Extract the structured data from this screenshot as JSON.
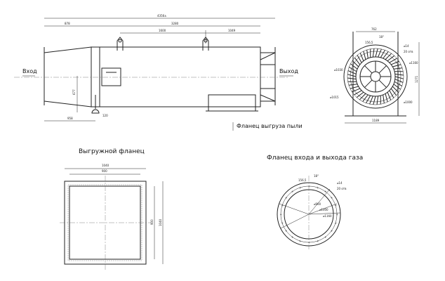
{
  "side_view": {
    "inlet": "Вход",
    "outlet": "Выход",
    "dust_flange": "Фланец выгруза пыли",
    "dims": {
      "overall": "4356±",
      "inlet_cone": "878",
      "body": "3280",
      "lug_spacing": "1600",
      "lug_to_end": "1049",
      "height": "677",
      "support": "958",
      "support_w": "120"
    }
  },
  "end_view": {
    "dims": {
      "width_top": "762",
      "angle": "18°",
      "arc": "156,5",
      "holes_d": "⌀14",
      "holes_n": "20 отв",
      "d1": "⌀1160",
      "d2": "⌀1030",
      "d3": "⌀1015",
      "d4": "⌀1000",
      "height": "1271",
      "base": "1189"
    }
  },
  "discharge_flange": {
    "title": "Выгружной фланец",
    "dims": {
      "outer_w": "1040",
      "inner_w": "900",
      "inner_h": "900",
      "outer_h": "1040"
    }
  },
  "gas_flange": {
    "title": "Фланец входа и выхода газа",
    "dims": {
      "angle": "18°",
      "arc": "156,5",
      "holes_d": "⌀14",
      "holes_n": "20 отв",
      "d_inner": "⌀900",
      "d_bolt": "⌀1000",
      "d_outer": "⌀1160"
    }
  }
}
